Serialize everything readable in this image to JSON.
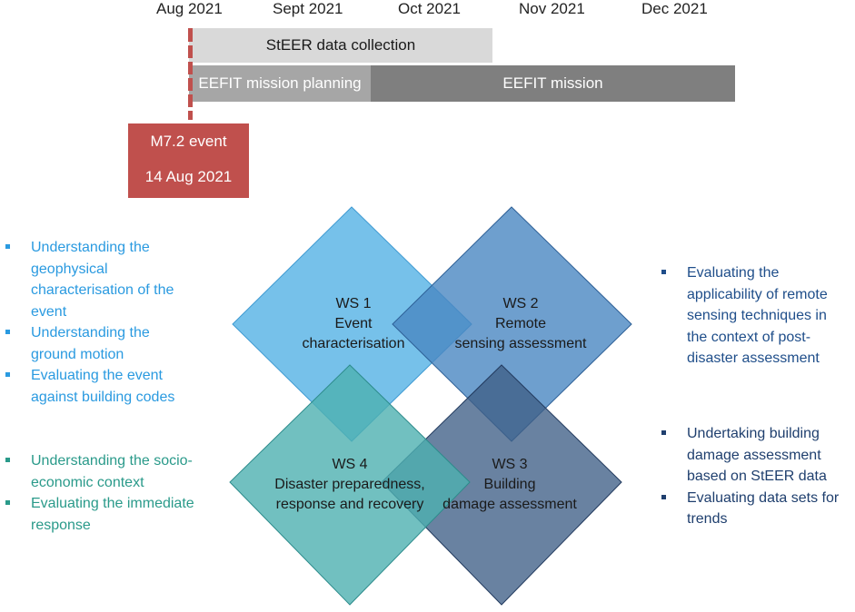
{
  "timeline": {
    "months": [
      "Aug 2021",
      "Sept 2021",
      "Oct 2021",
      "Nov 2021",
      "Dec 2021"
    ],
    "bars": {
      "steer": "StEER data collection",
      "planning": "EEFIT mission planning",
      "mission": "EEFIT mission"
    },
    "event": {
      "line1": "M7.2 event",
      "line2": "14 Aug 2021",
      "color": "#c0504d"
    }
  },
  "workstreams": {
    "ws1": {
      "id": "WS 1",
      "line1": "Event",
      "line2": "characterisation",
      "color": "#5eb6e6"
    },
    "ws2": {
      "id": "WS 2",
      "line1": "Remote",
      "line2": "sensing assessment",
      "color": "#4a87c2"
    },
    "ws3": {
      "id": "WS 3",
      "line1": "Building",
      "line2": "damage assessment",
      "color": "#3f5f87"
    },
    "ws4": {
      "id": "WS 4",
      "line1": "Disaster preparedness,",
      "line2": "response and recovery",
      "color": "#4db0b0"
    }
  },
  "bullets": {
    "ws1": {
      "color": "#2a9ae0",
      "items": [
        [
          "Understanding the",
          "geophysical",
          "characterisation of the",
          "event"
        ],
        [
          "Understanding the",
          "ground motion"
        ],
        [
          "Evaluating the event",
          "against building codes"
        ]
      ]
    },
    "ws4": {
      "color": "#2a9a8a",
      "items": [
        [
          "Understanding the socio-",
          "economic context"
        ],
        [
          "Evaluating the immediate",
          "response"
        ]
      ]
    },
    "ws2": {
      "color": "#1f4e8a",
      "items": [
        [
          "Evaluating the",
          "applicability of remote",
          "sensing techniques in",
          "the context of post-",
          "disaster assessment"
        ]
      ]
    },
    "ws3": {
      "color": "#1f3f6e",
      "items": [
        [
          "Undertaking building",
          "damage assessment",
          "based on StEER data"
        ],
        [
          "Evaluating data sets for",
          "trends"
        ]
      ]
    }
  }
}
